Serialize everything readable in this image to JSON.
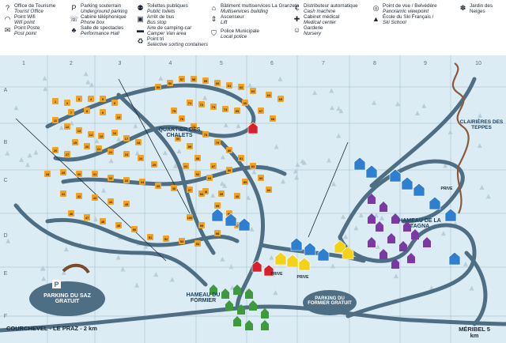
{
  "legend": {
    "items": [
      {
        "fr": "Office de Tourisme",
        "en": "Tourist Office",
        "icon": "info-icon",
        "glyph": "?"
      },
      {
        "fr": "Point Wifi",
        "en": "Wifi point",
        "icon": "wifi-icon",
        "glyph": "◠"
      },
      {
        "fr": "Point Poste",
        "en": "Post point",
        "icon": "mail-icon",
        "glyph": "✉"
      },
      {
        "fr": "Parking souterrain",
        "en": "Underground parking",
        "icon": "parking-icon",
        "glyph": "P"
      },
      {
        "fr": "Cabine téléphonique",
        "en": "Phone box",
        "icon": "phone-icon",
        "glyph": "☏"
      },
      {
        "fr": "Salle de spectacles",
        "en": "Performance Hall",
        "icon": "theatre-icon",
        "glyph": "♣"
      },
      {
        "fr": "Toilettes publiques",
        "en": "Public toilets",
        "icon": "toilet-icon",
        "glyph": "⚉"
      },
      {
        "fr": "Arrêt de bus",
        "en": "Bus stop",
        "icon": "bus-stop-icon",
        "glyph": "▣"
      },
      {
        "fr": "Aire de camping-car",
        "en": "Camper Van area",
        "icon": "camper-van-icon",
        "glyph": "▬"
      },
      {
        "fr": "Point tri",
        "en": "Selective sorting containers",
        "icon": "recycling-icon",
        "glyph": "♻"
      },
      {
        "fr": "Bâtiment multiservices La Granzeta",
        "en": "Multiservices building",
        "icon": "multiservice-building-icon",
        "glyph": "⌂"
      },
      {
        "fr": "Ascenseur",
        "en": "Lift",
        "icon": "elevator-icon",
        "glyph": "⇕"
      },
      {
        "fr": "Police Municipale",
        "en": "Local police",
        "icon": "police-icon",
        "glyph": "⛉"
      },
      {
        "fr": "Distributeur automatique",
        "en": "Cash machine",
        "icon": "cash-machine-icon",
        "glyph": "€"
      },
      {
        "fr": "Cabinet médical",
        "en": "Medical center",
        "icon": "medical-icon",
        "glyph": "✚"
      },
      {
        "fr": "Garderie",
        "en": "Nursery",
        "icon": "nursery-icon",
        "glyph": "☺"
      },
      {
        "fr": "Point de vue / Belvédère",
        "en": "Panoramic viewpoint",
        "icon": "viewpoint-icon",
        "glyph": "◎"
      },
      {
        "fr": "École du Ski Français / ",
        "en": "Ski School",
        "icon": "ski-school-icon",
        "glyph": "▲"
      },
      {
        "fr": "Jardin des Neiges",
        "en": "",
        "icon": "snow-garden-icon",
        "glyph": "✽"
      }
    ]
  },
  "map": {
    "grid_columns": [
      "1",
      "2",
      "3",
      "4",
      "5",
      "6",
      "7",
      "8",
      "9",
      "10"
    ],
    "grid_rows": [
      "A",
      "B",
      "C",
      "D",
      "E",
      "F"
    ],
    "places": {
      "quartier_des_chalets": "QUARTIER DES CHALETS",
      "hameau_de_la_tagna": "HAMEAU DE LA TAGNA",
      "hameau_du_formier": "HAMEAU DU FORMIER",
      "clairieres_des_teppes": "CLAIRIÈRES DES TEPPES",
      "parking_du_saz": "PARKING DU SAZ GRATUIT",
      "parking_du_formier": "PARKING DU FORMIER GRATUIT"
    },
    "roads": {
      "courchevel": "COURCHEVEL - LE PRAZ - 2 km",
      "meribel": "MÉRIBEL 5 km"
    },
    "prive_label": "PRIVE",
    "building_numbers": [
      "1",
      "2",
      "3",
      "4",
      "5",
      "6",
      "7",
      "8",
      "9",
      "10",
      "11",
      "12",
      "13",
      "14",
      "15",
      "16",
      "17",
      "18",
      "19",
      "20",
      "21",
      "22",
      "23",
      "24",
      "25",
      "26",
      "27",
      "28",
      "29",
      "30",
      "31",
      "32",
      "33",
      "34",
      "35",
      "36",
      "37",
      "38",
      "39",
      "40",
      "41",
      "42",
      "43",
      "44",
      "45",
      "46",
      "47",
      "48",
      "49",
      "50",
      "51",
      "52",
      "53",
      "54",
      "55",
      "56",
      "57",
      "58",
      "59",
      "60",
      "61",
      "62",
      "63",
      "64",
      "65",
      "66",
      "67",
      "68",
      "69",
      "70",
      "71",
      "72",
      "73",
      "74",
      "75",
      "76",
      "77",
      "78",
      "79",
      "80",
      "81",
      "82",
      "83",
      "84",
      "85",
      "86",
      "87",
      "88",
      "89",
      "90",
      "91",
      "92",
      "93",
      "94",
      "95",
      "96",
      "97",
      "98",
      "99",
      "100"
    ],
    "colors": {
      "snow": "#dcecf4",
      "road": "#4e6e84",
      "chalet": "#f2a21f",
      "residence_blue": "#2f7fd0",
      "tagna_purple": "#7b3aa3",
      "formier_green": "#3f9a3c",
      "yellow_building": "#f4d21a",
      "red_building": "#d7202a"
    }
  }
}
